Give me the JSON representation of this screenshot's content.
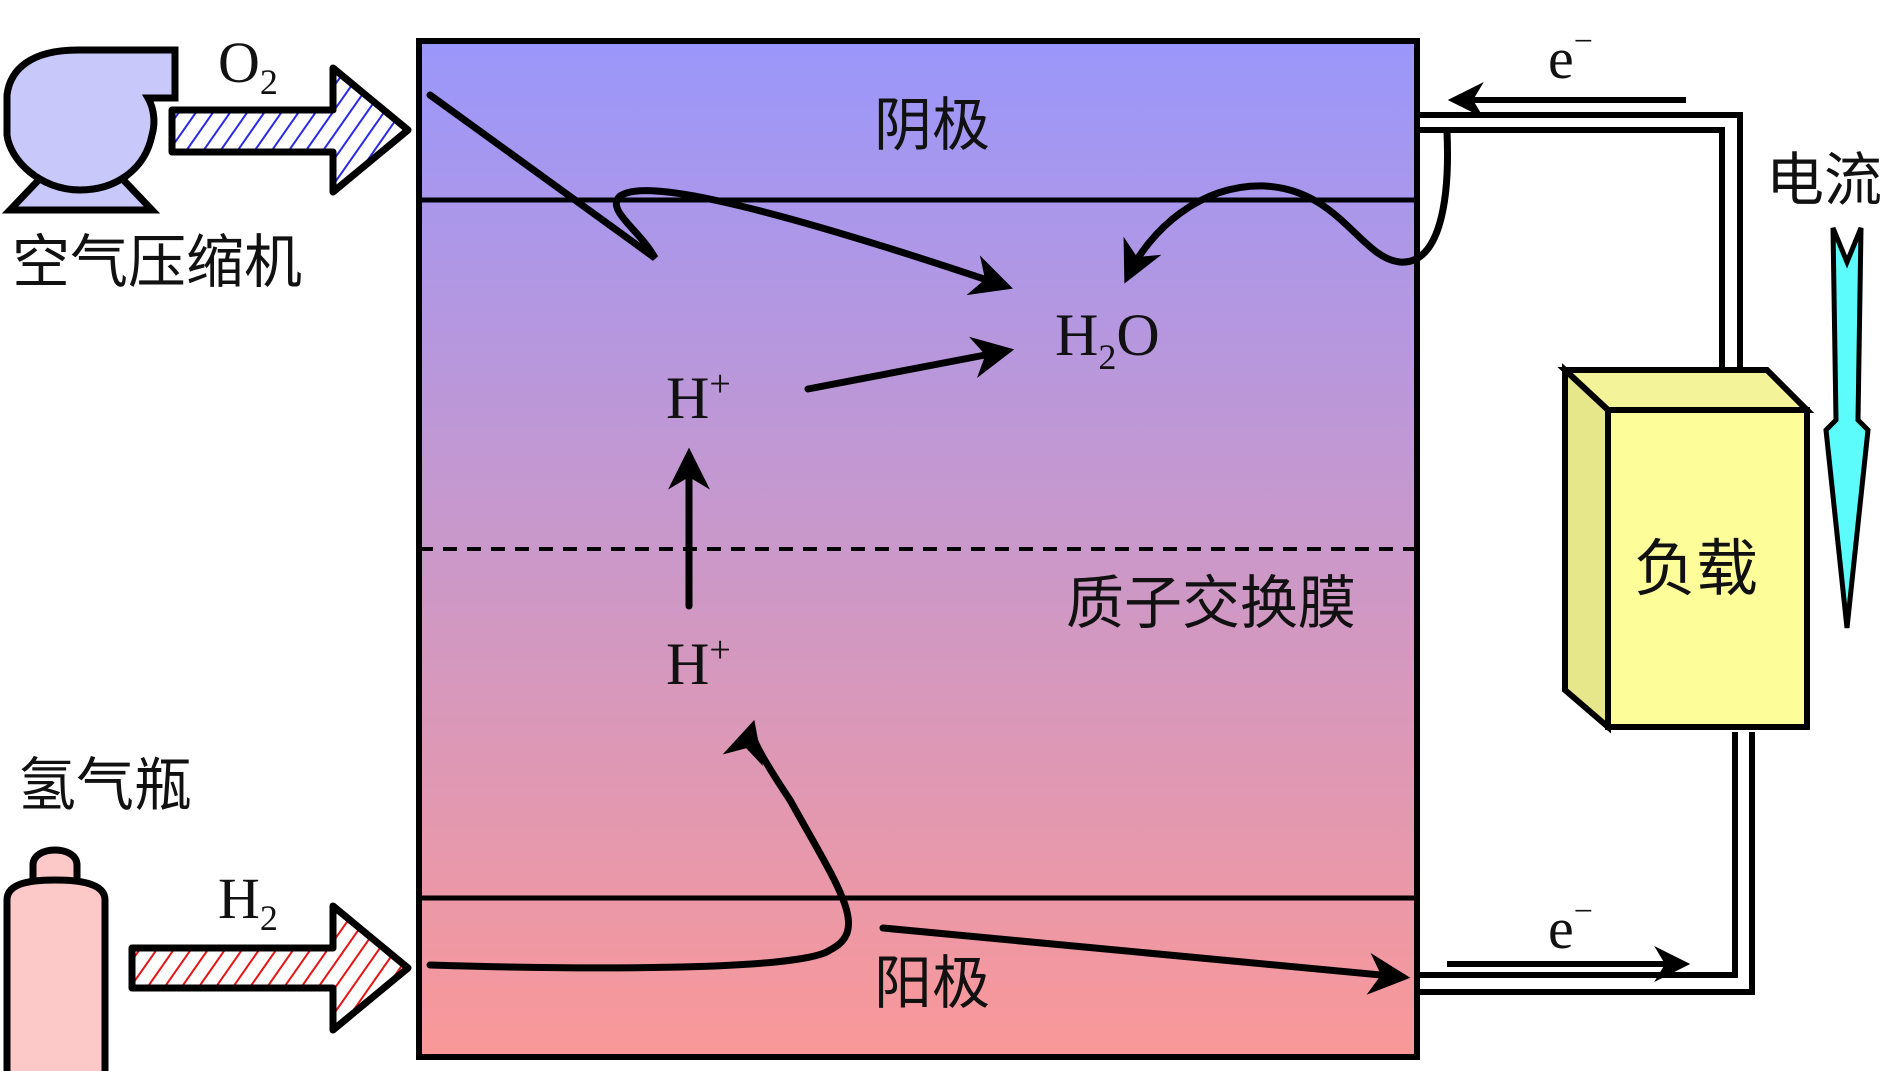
{
  "labels": {
    "compressor": "空气压缩机",
    "hydrogen_tank": "氢气瓶",
    "cathode": "阴极",
    "anode": "阳极",
    "membrane": "质子交换膜",
    "load": "负载",
    "current": "电流",
    "o2_main": "O",
    "o2_sub": "2",
    "h2_main": "H",
    "h2_sub": "2",
    "water_h": "H",
    "water_sub": "2",
    "water_o": "O",
    "proton_upper_main": "H",
    "proton_upper_sup": "+",
    "proton_lower_main": "H",
    "proton_lower_sup": "+",
    "electron_top_main": "e",
    "electron_top_sup": "−",
    "electron_bottom_main": "e",
    "electron_bottom_sup": "−"
  },
  "colors": {
    "cell_top": "#9a97fb",
    "cell_bottom": "#fa9898",
    "compressor_fill": "#c8c8fa",
    "tank_fill": "#fcc8c8",
    "o2_hatch": "#2a2ae6",
    "h2_hatch": "#e61414",
    "load_front": "#fdfd99",
    "load_top": "#f3f39a",
    "load_side": "#e6e68a",
    "current_arrow": "#5cfcfc"
  }
}
